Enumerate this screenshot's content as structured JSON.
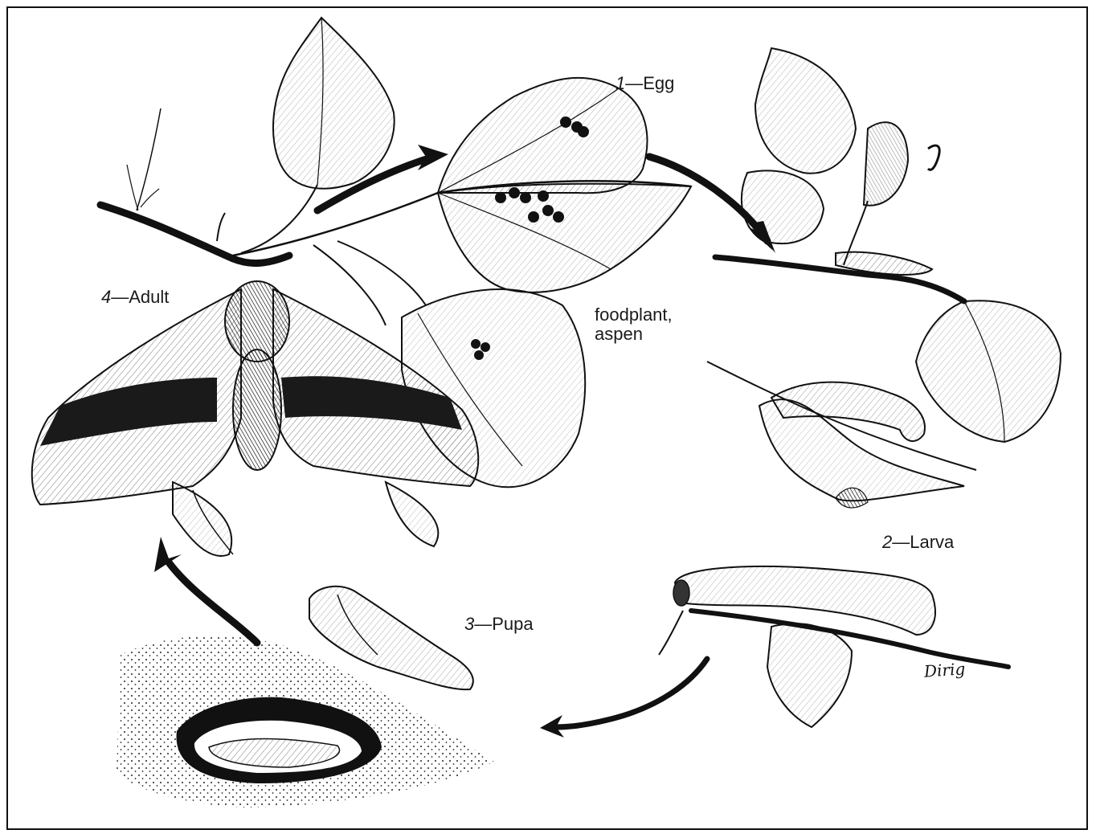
{
  "labels": {
    "egg": {
      "num": "1",
      "text": "—Egg"
    },
    "larva": {
      "num": "2",
      "text": "—Larva"
    },
    "pupa": {
      "num": "3",
      "text": "—Pupa"
    },
    "adult": {
      "num": "4",
      "text": "—Adult"
    },
    "foodplant_line1": "foodplant,",
    "foodplant_line2": "aspen"
  },
  "signature": "Dirig",
  "colors": {
    "ink": "#111111",
    "paper": "#ffffff",
    "stipple": "#222222"
  }
}
